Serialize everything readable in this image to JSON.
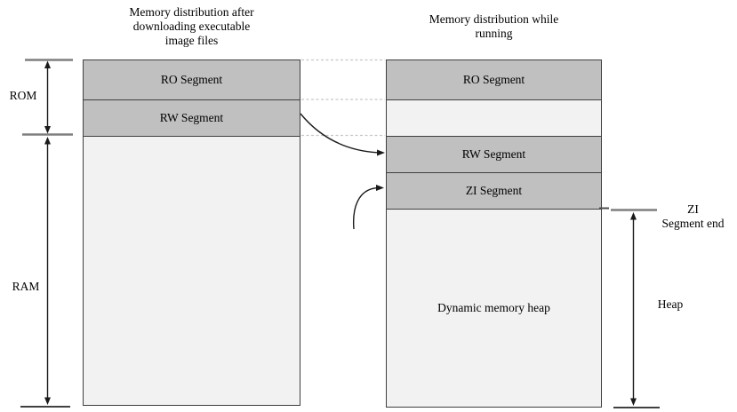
{
  "left_column": {
    "title_lines": [
      "Memory distribution after",
      "downloading executable",
      "image files"
    ],
    "segments": {
      "ro": "RO Segment",
      "rw": "RW Segment"
    }
  },
  "right_column": {
    "title_lines": [
      "Memory distribution while",
      "running"
    ],
    "segments": {
      "ro": "RO Segment",
      "rw": "RW Segment",
      "zi": "ZI Segment",
      "heap": "Dynamic memory heap"
    }
  },
  "side_labels": {
    "rom": "ROM",
    "ram": "RAM",
    "zi_segment_end_lines": [
      "ZI",
      "Segment end"
    ],
    "heap": "Heap"
  },
  "colors": {
    "segment_fill": "#c0c0c0",
    "empty_fill": "#f2f2f2",
    "box_border": "#3f3f3f",
    "tick_gray": "#7f7f7f",
    "tick_black": "#000000",
    "dashed_line": "#c6c6c6",
    "arrow": "#1a1a1a"
  }
}
